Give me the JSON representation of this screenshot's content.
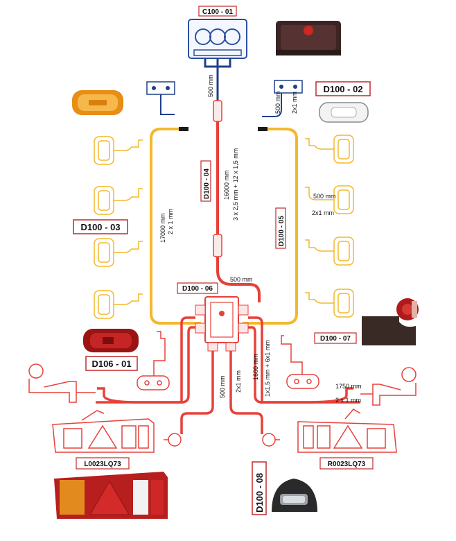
{
  "labels": {
    "c100_01": "C100 - 01",
    "d100_02": "D100 - 02",
    "d100_03": "D100 - 03",
    "d100_04": "D100 - 04",
    "d100_05": "D100 - 05",
    "d100_06": "D100 - 06",
    "d100_07": "D100 - 07",
    "d100_08": "D100 - 08",
    "d106_01": "D106 - 01",
    "l0023": "L0023LQ73",
    "r0023": "R0023LQ73"
  },
  "annotations": {
    "len_500_top": "500 mm",
    "right_500": "500 mm",
    "right_2x1": "2x1 mm",
    "main_16000": "16000 mm",
    "main_section": "3 x 2,5 mm + 12 x 1,5 mm",
    "left_17000": "17000 mm",
    "left_2x1": "2 x 1 mm",
    "mid_500": "500 mm",
    "side_500": "500 mm",
    "side_2x1": "2x1 mm",
    "bottom_500": "500 mm",
    "bottom_2x1": "2x1 mm",
    "bottom_1600": "1600 mm",
    "bottom_section": "1x1,5 mm + 6x1 mm",
    "right_1750": "1750 mm",
    "right_2x1_mm": "2 x 1 mm"
  },
  "colors": {
    "yellow_wire": "#f4b82c",
    "red_wire": "#e8403a",
    "blue_wire": "#1f3f8a",
    "label_border": "#c0282a"
  }
}
